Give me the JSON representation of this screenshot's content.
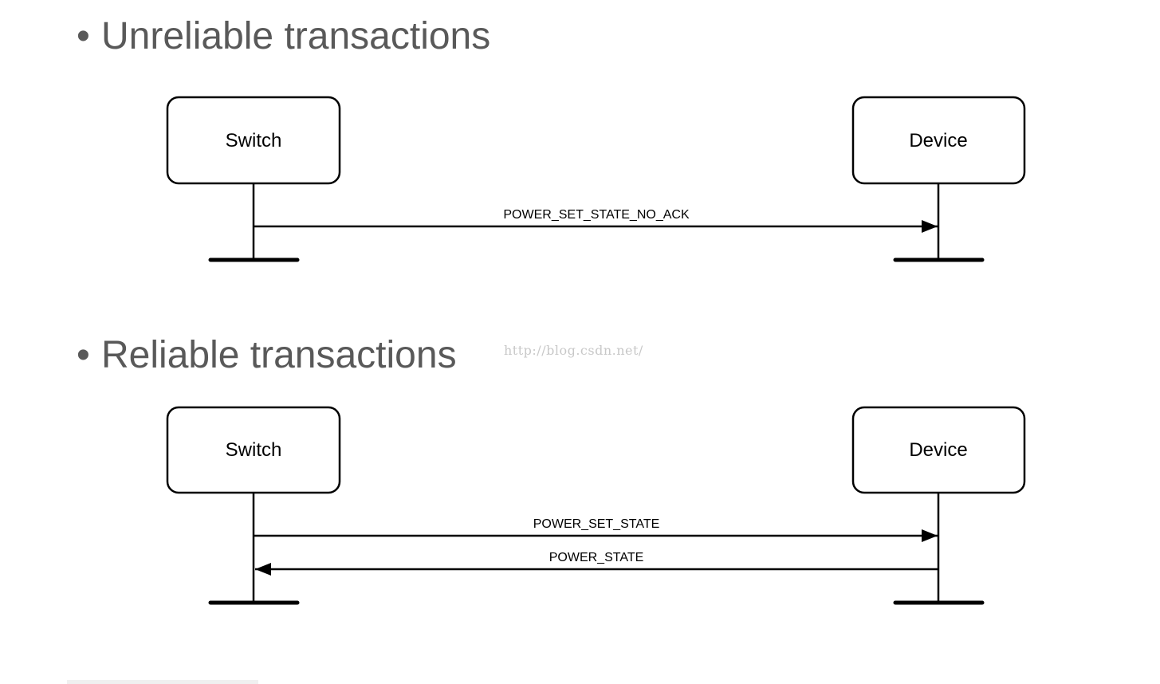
{
  "headings": {
    "unreliable": "Unreliable transactions",
    "reliable": "Reliable transactions",
    "bullet": "•"
  },
  "watermark": "http://blog.csdn.net/",
  "diagram_unreliable": {
    "left_box": "Switch",
    "right_box": "Device",
    "messages": [
      {
        "label": "POWER_SET_STATE_NO_ACK",
        "direction": "right"
      }
    ]
  },
  "diagram_reliable": {
    "left_box": "Switch",
    "right_box": "Device",
    "messages": [
      {
        "label": "POWER_SET_STATE",
        "direction": "right"
      },
      {
        "label": "POWER_STATE",
        "direction": "left"
      }
    ]
  },
  "colors": {
    "heading": "#595959",
    "stroke": "#000000",
    "watermark": "#c8c8c8"
  }
}
